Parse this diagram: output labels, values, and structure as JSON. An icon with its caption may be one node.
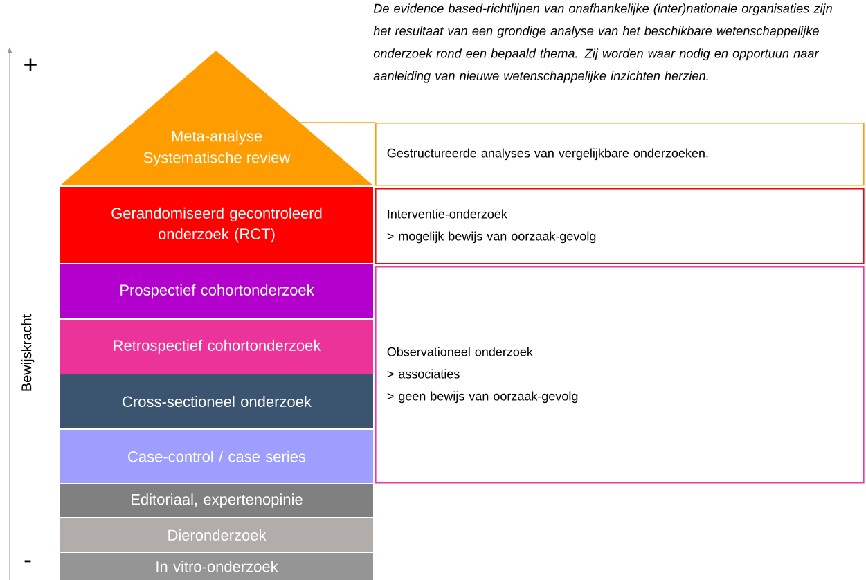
{
  "diagram": {
    "nodes": [
      {
        "text": [
          "Meta-analyse",
          "Systematische review"
        ]
      },
      {
        "text": [
          "Gerandomiseerd gecontroleerd onderzoek (RCT)"
        ]
      },
      {
        "text": [
          "Prospectief cohortonderzoek"
        ]
      },
      {
        "text": [
          "Retrospectief cohortonderzoek"
        ]
      },
      {
        "text": [
          "Cross-sectioneel onderzoek"
        ]
      },
      {
        "text": [
          "Case-control / case series"
        ]
      },
      {
        "text": [
          "Editoriaal, expertenopinie"
        ]
      },
      {
        "text": [
          "Dieronderzoek"
        ]
      },
      {
        "text": [
          "In vitro-onderzoek"
        ]
      },
      {
        "text": [
          "Gestructureerde analyses van vergelijkbare onderzoeken."
        ]
      },
      {
        "text": [
          "Interventie-onderzoek",
          "> mogelijk bewijs van oorzaak-gevolg"
        ]
      },
      {
        "text": [
          "Observationeel onderzoek",
          "> associaties",
          "> geen bewijs van oorzaak-gevolg"
        ]
      }
    ],
    "labels": [
      "De evidence based-richtlijnen van onafhankelijke (inter)nationale organisaties zijn het resultaat van een grondige analyse van het beschikbare wetenschappelijke onderzoek rond een bepaald thema. Zij worden waar nodig en opportuun naar aanleiding van nieuwe wetenschappelijke inzichten herzien.",
      "+",
      "Bewijskracht",
      "-"
    ]
  }
}
